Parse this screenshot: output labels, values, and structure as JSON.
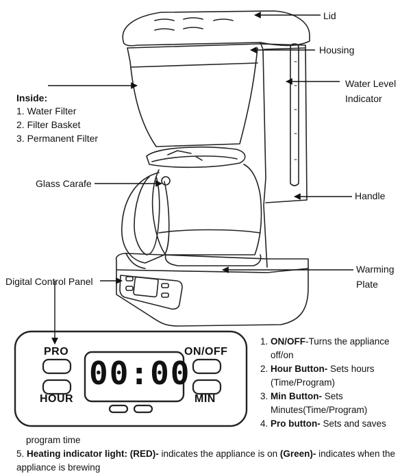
{
  "labels": {
    "lid": "Lid",
    "housing": "Housing",
    "water_level_indicator": "Water Level\nIndicator",
    "inside_title": "Inside:",
    "inside_items": [
      "1. Water Filter",
      "2. Filter Basket",
      "3. Permanent Filter"
    ],
    "glass_carafe": "Glass Carafe",
    "handle": "Handle",
    "warming_plate": "Warming\nPlate",
    "digital_control_panel": "Digital Control Panel"
  },
  "panel": {
    "pro": "PRO",
    "hour": "HOUR",
    "on_off": "ON/OFF",
    "min": "MIN",
    "display": "00:00"
  },
  "legend": [
    {
      "num": "1.",
      "bold": "ON/OFF",
      "rest": "-Turns the appliance off/on"
    },
    {
      "num": "2.",
      "bold": "Hour Button-",
      "rest": " Sets hours (Time/Program)"
    },
    {
      "num": "3.",
      "bold": "Min Button-",
      "rest": " Sets Minutes(Time/Program)"
    },
    {
      "num": "4.",
      "bold": "Pro button-",
      "rest": " Sets and saves"
    }
  ],
  "legend_tail": {
    "program_time": "program time",
    "item5_num": "5.",
    "item5_bold1": "Heating indicator light: (RED)-",
    "item5_mid": " indicates the appliance is on ",
    "item5_bold2": "(Green)-",
    "item5_rest": " indicates when the appliance is brewing"
  }
}
